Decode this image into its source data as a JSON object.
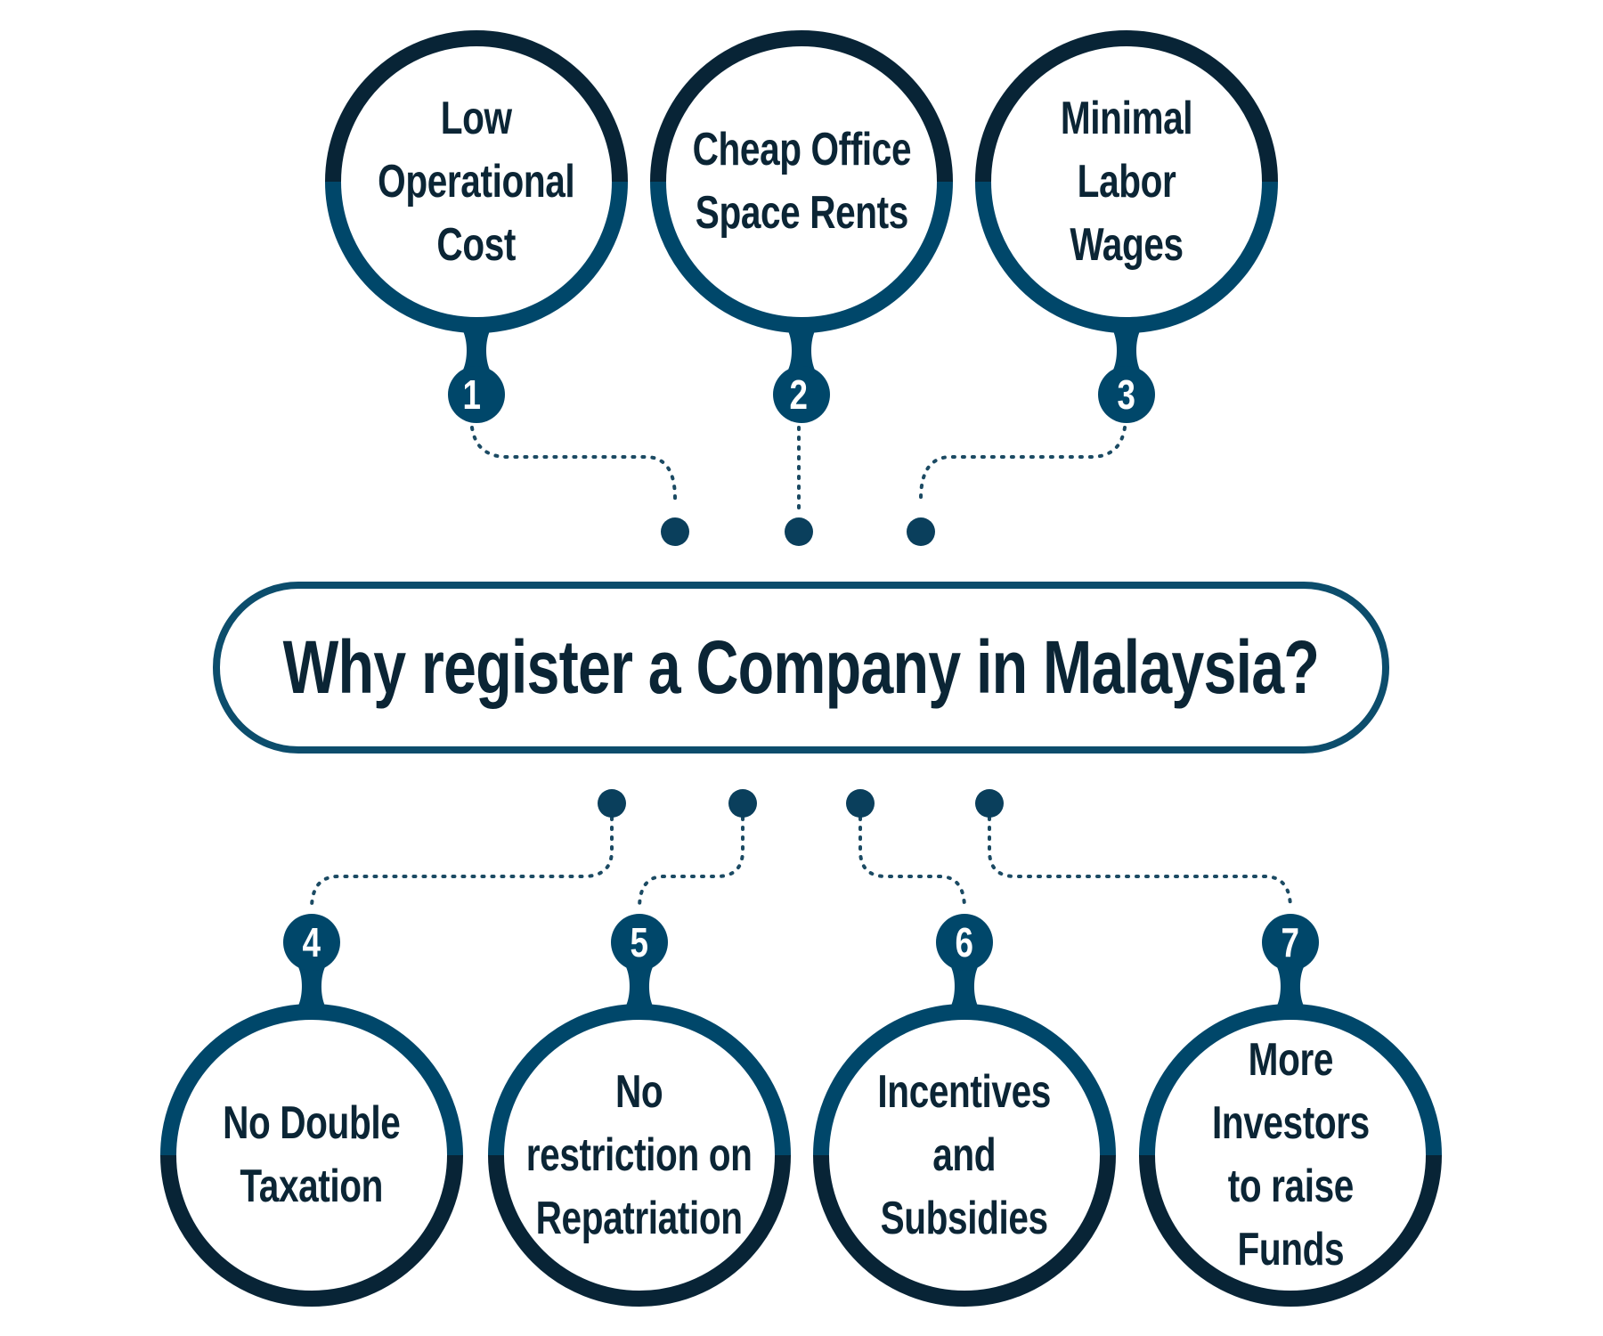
{
  "title": "Why register a Company in Malaysia?",
  "colors": {
    "dark": "#082436",
    "teal": "#00476a",
    "text": "#0b2535"
  },
  "items": [
    {
      "number": "1",
      "label": "Low\nOperational\nCost"
    },
    {
      "number": "2",
      "label": "Cheap Office\nSpace Rents"
    },
    {
      "number": "3",
      "label": "Minimal\nLabor\nWages"
    },
    {
      "number": "4",
      "label": "No Double\nTaxation"
    },
    {
      "number": "5",
      "label": "No\nrestriction on\nRepatriation"
    },
    {
      "number": "6",
      "label": "Incentives\nand\nSubsidies"
    },
    {
      "number": "7",
      "label": "More\nInvestors\nto raise\nFunds"
    }
  ]
}
